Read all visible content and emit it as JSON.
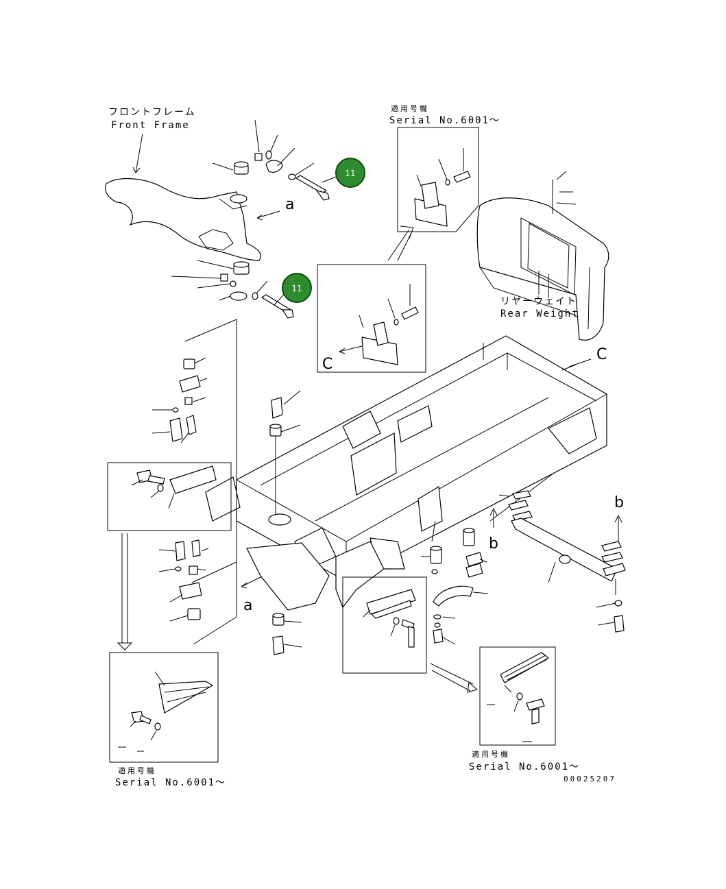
{
  "labels": {
    "front_frame_jp": "フロントフレーム",
    "front_frame_en": "Front Frame",
    "rear_weight_jp": "リヤーウェイト",
    "rear_weight_en": "Rear Weight",
    "serial_jp_1": "適用号機",
    "serial_en_1": "Serial No.6001～",
    "serial_jp_2": "適用号機",
    "serial_en_2": "Serial No.6001～",
    "serial_jp_3": "適用号機",
    "serial_en_3": "Serial No.6001～",
    "ref_a_top": "a",
    "ref_a_bottom": "a",
    "ref_b_top": "b",
    "ref_b_bottom": "b",
    "ref_c_left": "C",
    "ref_c_right": "C",
    "drawing_number": "00025207"
  },
  "callouts": [
    {
      "label": "11",
      "color": "#2e8b2e"
    },
    {
      "label": "11",
      "color": "#2e8b2e"
    }
  ],
  "colors": {
    "line": "#000000",
    "background": "#ffffff",
    "callout": "#2e8b2e"
  }
}
